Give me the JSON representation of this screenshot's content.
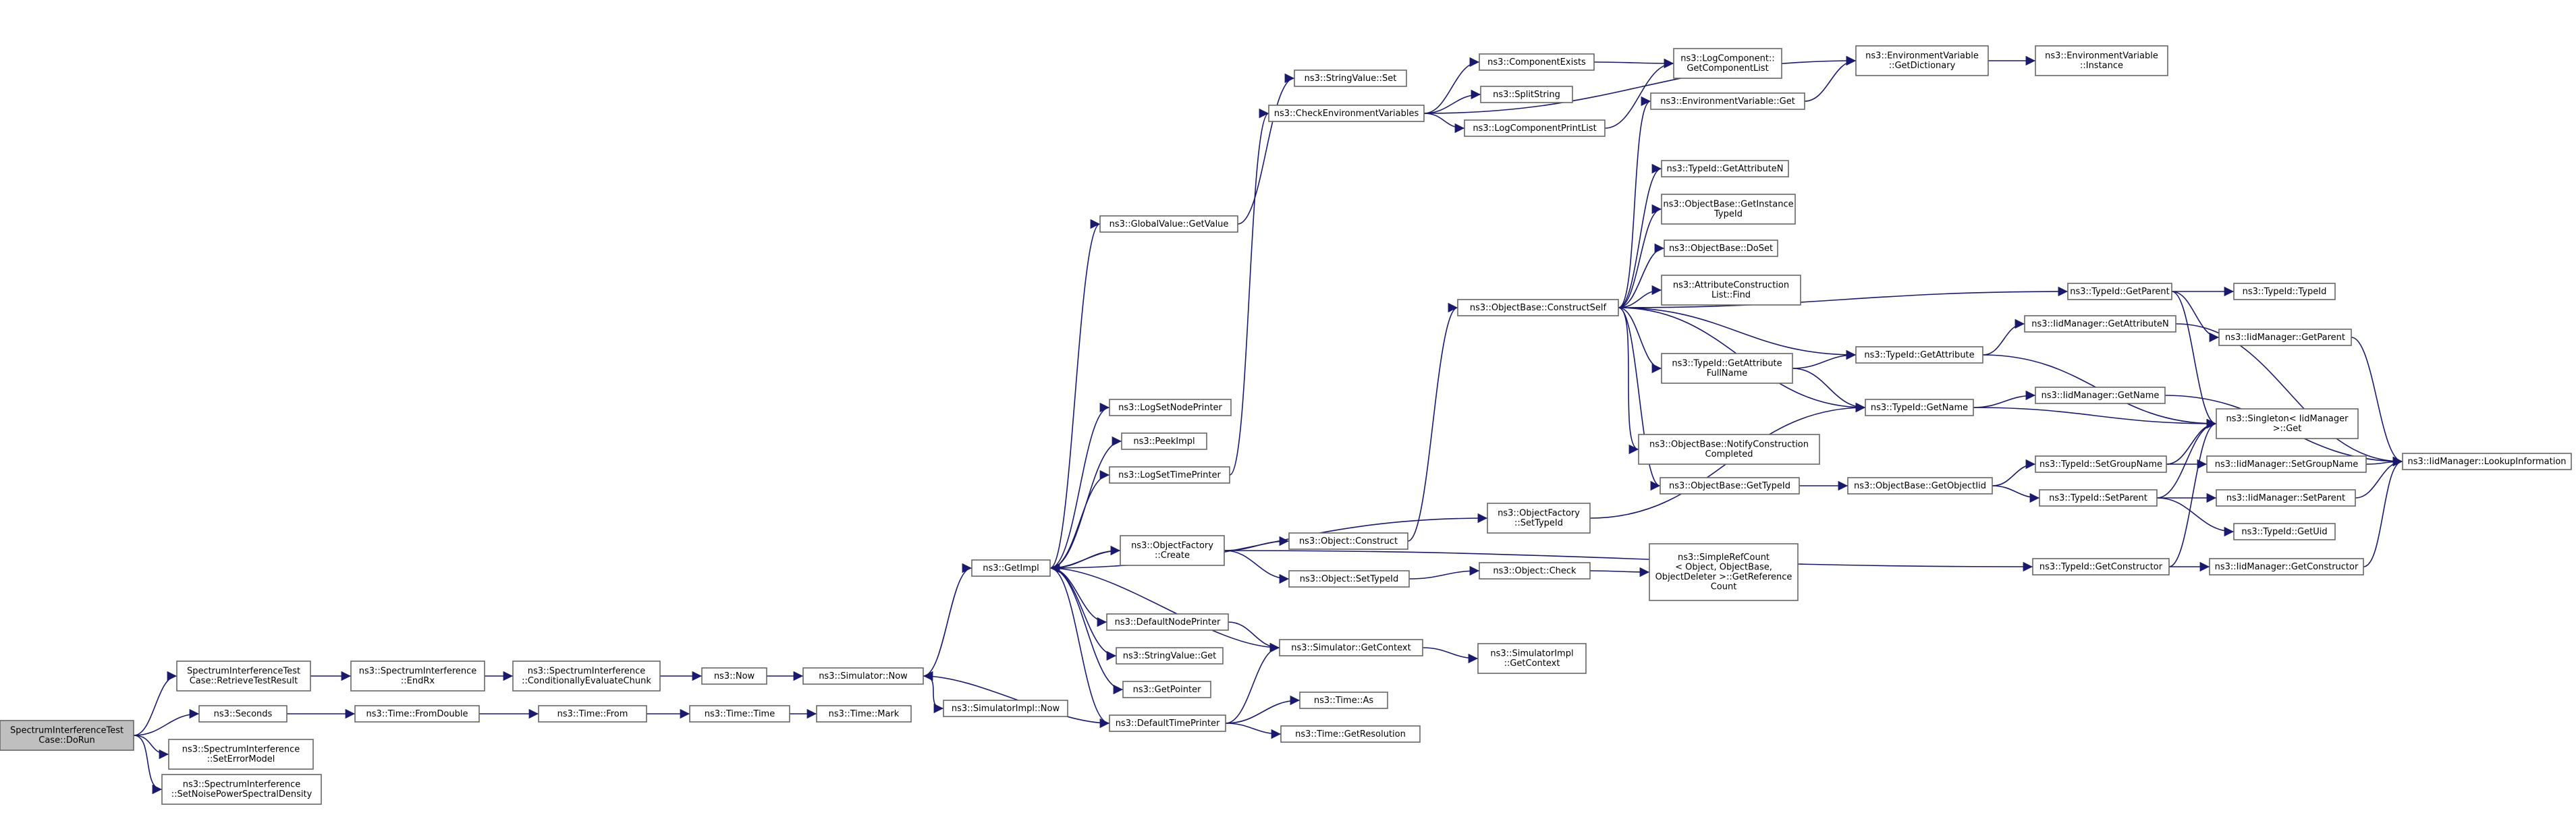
{
  "diagram": {
    "type": "call-graph",
    "colors": {
      "edge": "#191970",
      "node_border": "#666666",
      "root_fill": "#bfbfbf",
      "node_fill": "#ffffff"
    },
    "nodes": [
      {
        "id": "dorun",
        "lines": [
          "SpectrumInterferenceTest",
          "Case::DoRun"
        ],
        "root": true
      },
      {
        "id": "retrieve",
        "lines": [
          "SpectrumInterferenceTest",
          "Case::RetrieveTestResult"
        ]
      },
      {
        "id": "seconds",
        "lines": [
          "ns3::Seconds"
        ]
      },
      {
        "id": "seterror",
        "lines": [
          "ns3::SpectrumInterference",
          "::SetErrorModel"
        ]
      },
      {
        "id": "setnoise",
        "lines": [
          "ns3::SpectrumInterference",
          "::SetNoisePowerSpectralDensity"
        ]
      },
      {
        "id": "endrx",
        "lines": [
          "ns3::SpectrumInterference",
          "::EndRx"
        ]
      },
      {
        "id": "condeval",
        "lines": [
          "ns3::SpectrumInterference",
          "::ConditionallyEvaluateChunk"
        ]
      },
      {
        "id": "now",
        "lines": [
          "ns3::Now"
        ]
      },
      {
        "id": "simnow",
        "lines": [
          "ns3::Simulator::Now"
        ]
      },
      {
        "id": "implnow",
        "lines": [
          "ns3::SimulatorImpl::Now"
        ]
      },
      {
        "id": "fromdouble",
        "lines": [
          "ns3::Time::FromDouble"
        ]
      },
      {
        "id": "timefrom",
        "lines": [
          "ns3::Time::From"
        ]
      },
      {
        "id": "timetime",
        "lines": [
          "ns3::Time::Time"
        ]
      },
      {
        "id": "timemark",
        "lines": [
          "ns3::Time::Mark"
        ]
      },
      {
        "id": "getimpl",
        "lines": [
          "ns3::GetImpl"
        ]
      },
      {
        "id": "gvgetvalue",
        "lines": [
          "ns3::GlobalValue::GetValue"
        ]
      },
      {
        "id": "strvalset",
        "lines": [
          "ns3::StringValue::Set"
        ]
      },
      {
        "id": "checkenv",
        "lines": [
          "ns3::CheckEnvironmentVariables"
        ]
      },
      {
        "id": "compexists",
        "lines": [
          "ns3::ComponentExists"
        ]
      },
      {
        "id": "splitstring",
        "lines": [
          "ns3::SplitString"
        ]
      },
      {
        "id": "logcompprint",
        "lines": [
          "ns3::LogComponentPrintList"
        ]
      },
      {
        "id": "getcomplist",
        "lines": [
          "ns3::LogComponent::",
          "GetComponentList"
        ]
      },
      {
        "id": "envgetdict",
        "lines": [
          "ns3::EnvironmentVariable",
          "::GetDictionary"
        ]
      },
      {
        "id": "envinstance",
        "lines": [
          "ns3::EnvironmentVariable",
          "::Instance"
        ]
      },
      {
        "id": "envget",
        "lines": [
          "ns3::EnvironmentVariable::Get"
        ]
      },
      {
        "id": "lognodeprinter",
        "lines": [
          "ns3::LogSetNodePrinter"
        ]
      },
      {
        "id": "peekimpl",
        "lines": [
          "ns3::PeekImpl"
        ]
      },
      {
        "id": "logtimeprinter",
        "lines": [
          "ns3::LogSetTimePrinter"
        ]
      },
      {
        "id": "objfactcreate",
        "lines": [
          "ns3::ObjectFactory",
          "::Create"
        ]
      },
      {
        "id": "defnodeprinter",
        "lines": [
          "ns3::DefaultNodePrinter"
        ]
      },
      {
        "id": "strvalget",
        "lines": [
          "ns3::StringValue::Get"
        ]
      },
      {
        "id": "getpointer",
        "lines": [
          "ns3::GetPointer"
        ]
      },
      {
        "id": "deftimeprinter",
        "lines": [
          "ns3::DefaultTimePrinter"
        ]
      },
      {
        "id": "timeas",
        "lines": [
          "ns3::Time::As"
        ]
      },
      {
        "id": "timegetres",
        "lines": [
          "ns3::Time::GetResolution"
        ]
      },
      {
        "id": "objconstruct",
        "lines": [
          "ns3::Object::Construct"
        ]
      },
      {
        "id": "objsettypeid",
        "lines": [
          "ns3::Object::SetTypeId"
        ]
      },
      {
        "id": "simgetcontext",
        "lines": [
          "ns3::Simulator::GetContext"
        ]
      },
      {
        "id": "implgetcontext",
        "lines": [
          "ns3::SimulatorImpl",
          "::GetContext"
        ]
      },
      {
        "id": "objfactsettypeid",
        "lines": [
          "ns3::ObjectFactory",
          "::SetTypeId"
        ]
      },
      {
        "id": "objcheck",
        "lines": [
          "ns3::Object::Check"
        ]
      },
      {
        "id": "simplerefcount",
        "lines": [
          "ns3::SimpleRefCount",
          "< Object, ObjectBase,",
          "ObjectDeleter >::GetReference",
          "Count"
        ]
      },
      {
        "id": "constructself",
        "lines": [
          "ns3::ObjectBase::ConstructSelf"
        ]
      },
      {
        "id": "getattrn",
        "lines": [
          "ns3::TypeId::GetAttributeN"
        ]
      },
      {
        "id": "getinstancetypeid",
        "lines": [
          "ns3::ObjectBase::GetInstance",
          "TypeId"
        ]
      },
      {
        "id": "doset",
        "lines": [
          "ns3::ObjectBase::DoSet"
        ]
      },
      {
        "id": "attrconstrfind",
        "lines": [
          "ns3::AttributeConstruction",
          "List::Find"
        ]
      },
      {
        "id": "getattrfullname",
        "lines": [
          "ns3::TypeId::GetAttribute",
          "FullName"
        ]
      },
      {
        "id": "notifyconstr",
        "lines": [
          "ns3::ObjectBase::NotifyConstruction",
          "Completed"
        ]
      },
      {
        "id": "obgettypeid",
        "lines": [
          "ns3::ObjectBase::GetTypeId"
        ]
      },
      {
        "id": "getattribute",
        "lines": [
          "ns3::TypeId::GetAttribute"
        ]
      },
      {
        "id": "getname",
        "lines": [
          "ns3::TypeId::GetName"
        ]
      },
      {
        "id": "getobjectiid",
        "lines": [
          "ns3::ObjectBase::GetObjectIid"
        ]
      },
      {
        "id": "iidgetattrn",
        "lines": [
          "ns3::IidManager::GetAttributeN"
        ]
      },
      {
        "id": "iidgetname",
        "lines": [
          "ns3::IidManager::GetName"
        ]
      },
      {
        "id": "setgroupname",
        "lines": [
          "ns3::TypeId::SetGroupName"
        ]
      },
      {
        "id": "setparent",
        "lines": [
          "ns3::TypeId::SetParent"
        ]
      },
      {
        "id": "getconstructor",
        "lines": [
          "ns3::TypeId::GetConstructor"
        ]
      },
      {
        "id": "getparent",
        "lines": [
          "ns3::TypeId::GetParent"
        ]
      },
      {
        "id": "typeidtypeid",
        "lines": [
          "ns3::TypeId::TypeId"
        ]
      },
      {
        "id": "iidgetparent",
        "lines": [
          "ns3::IidManager::GetParent"
        ]
      },
      {
        "id": "singletonget",
        "lines": [
          "ns3::Singleton< IidManager",
          " >::Get"
        ]
      },
      {
        "id": "iidsetgroupname",
        "lines": [
          "ns3::IidManager::SetGroupName"
        ]
      },
      {
        "id": "iidsetparent",
        "lines": [
          "ns3::IidManager::SetParent"
        ]
      },
      {
        "id": "getuid",
        "lines": [
          "ns3::TypeId::GetUid"
        ]
      },
      {
        "id": "iidgetconstructor",
        "lines": [
          "ns3::IidManager::GetConstructor"
        ]
      },
      {
        "id": "lookupinfo",
        "lines": [
          "ns3::IidManager::LookupInformation"
        ]
      }
    ],
    "edges": [
      [
        "dorun",
        "retrieve"
      ],
      [
        "dorun",
        "seconds"
      ],
      [
        "dorun",
        "seterror"
      ],
      [
        "dorun",
        "setnoise"
      ],
      [
        "retrieve",
        "endrx"
      ],
      [
        "endrx",
        "condeval"
      ],
      [
        "condeval",
        "now"
      ],
      [
        "now",
        "simnow"
      ],
      [
        "simnow",
        "getimpl"
      ],
      [
        "simnow",
        "implnow"
      ],
      [
        "seconds",
        "fromdouble"
      ],
      [
        "fromdouble",
        "timefrom"
      ],
      [
        "timefrom",
        "timetime"
      ],
      [
        "timetime",
        "timemark"
      ],
      [
        "getimpl",
        "gvgetvalue"
      ],
      [
        "getimpl",
        "lognodeprinter"
      ],
      [
        "getimpl",
        "peekimpl"
      ],
      [
        "getimpl",
        "logtimeprinter"
      ],
      [
        "getimpl",
        "objfactsettypeid"
      ],
      [
        "getimpl",
        "objfactcreate"
      ],
      [
        "getimpl",
        "defnodeprinter"
      ],
      [
        "getimpl",
        "strvalget"
      ],
      [
        "getimpl",
        "getpointer"
      ],
      [
        "getimpl",
        "deftimeprinter"
      ],
      [
        "gvgetvalue",
        "strvalset"
      ],
      [
        "logtimeprinter",
        "checkenv"
      ],
      [
        "checkenv",
        "compexists"
      ],
      [
        "checkenv",
        "splitstring"
      ],
      [
        "checkenv",
        "logcompprint"
      ],
      [
        "checkenv",
        "envgetdict"
      ],
      [
        "compexists",
        "getcomplist"
      ],
      [
        "logcompprint",
        "getcomplist"
      ],
      [
        "envgetdict",
        "envinstance"
      ],
      [
        "envget",
        "envgetdict"
      ],
      [
        "objfactcreate",
        "objconstruct"
      ],
      [
        "objfactcreate",
        "objsettypeid"
      ],
      [
        "objfactcreate",
        "getconstructor"
      ],
      [
        "objfactcreate",
        "getimpl"
      ],
      [
        "objconstruct",
        "constructself"
      ],
      [
        "objsettypeid",
        "objcheck"
      ],
      [
        "objcheck",
        "simplerefcount"
      ],
      [
        "defnodeprinter",
        "simgetcontext"
      ],
      [
        "deftimeprinter",
        "simgetcontext"
      ],
      [
        "deftimeprinter",
        "simnow"
      ],
      [
        "simgetcontext",
        "getimpl"
      ],
      [
        "simgetcontext",
        "implgetcontext"
      ],
      [
        "deftimeprinter",
        "timeas"
      ],
      [
        "deftimeprinter",
        "timegetres"
      ],
      [
        "objfactsettypeid",
        "getname"
      ],
      [
        "constructself",
        "envget"
      ],
      [
        "constructself",
        "getattrn"
      ],
      [
        "constructself",
        "getinstancetypeid"
      ],
      [
        "constructself",
        "doset"
      ],
      [
        "constructself",
        "attrconstrfind"
      ],
      [
        "constructself",
        "getattrfullname"
      ],
      [
        "constructself",
        "notifyconstr"
      ],
      [
        "constructself",
        "obgettypeid"
      ],
      [
        "constructself",
        "getattribute"
      ],
      [
        "constructself",
        "getname"
      ],
      [
        "constructself",
        "getparent"
      ],
      [
        "getattrfullname",
        "getattribute"
      ],
      [
        "getattrfullname",
        "getname"
      ],
      [
        "obgettypeid",
        "getobjectiid"
      ],
      [
        "getobjectiid",
        "setgroupname"
      ],
      [
        "getobjectiid",
        "setparent"
      ],
      [
        "getattribute",
        "iidgetattrn"
      ],
      [
        "getattribute",
        "singletonget"
      ],
      [
        "getname",
        "iidgetname"
      ],
      [
        "getname",
        "singletonget"
      ],
      [
        "iidgetattrn",
        "lookupinfo"
      ],
      [
        "iidgetname",
        "lookupinfo"
      ],
      [
        "setgroupname",
        "iidsetgroupname"
      ],
      [
        "setgroupname",
        "singletonget"
      ],
      [
        "setparent",
        "iidsetparent"
      ],
      [
        "setparent",
        "getuid"
      ],
      [
        "setparent",
        "singletonget"
      ],
      [
        "getconstructor",
        "iidgetconstructor"
      ],
      [
        "getconstructor",
        "singletonget"
      ],
      [
        "getparent",
        "typeidtypeid"
      ],
      [
        "getparent",
        "iidgetparent"
      ],
      [
        "getparent",
        "singletonget"
      ],
      [
        "iidgetparent",
        "lookupinfo"
      ],
      [
        "iidsetgroupname",
        "lookupinfo"
      ],
      [
        "iidsetparent",
        "lookupinfo"
      ],
      [
        "iidgetconstructor",
        "lookupinfo"
      ]
    ]
  }
}
